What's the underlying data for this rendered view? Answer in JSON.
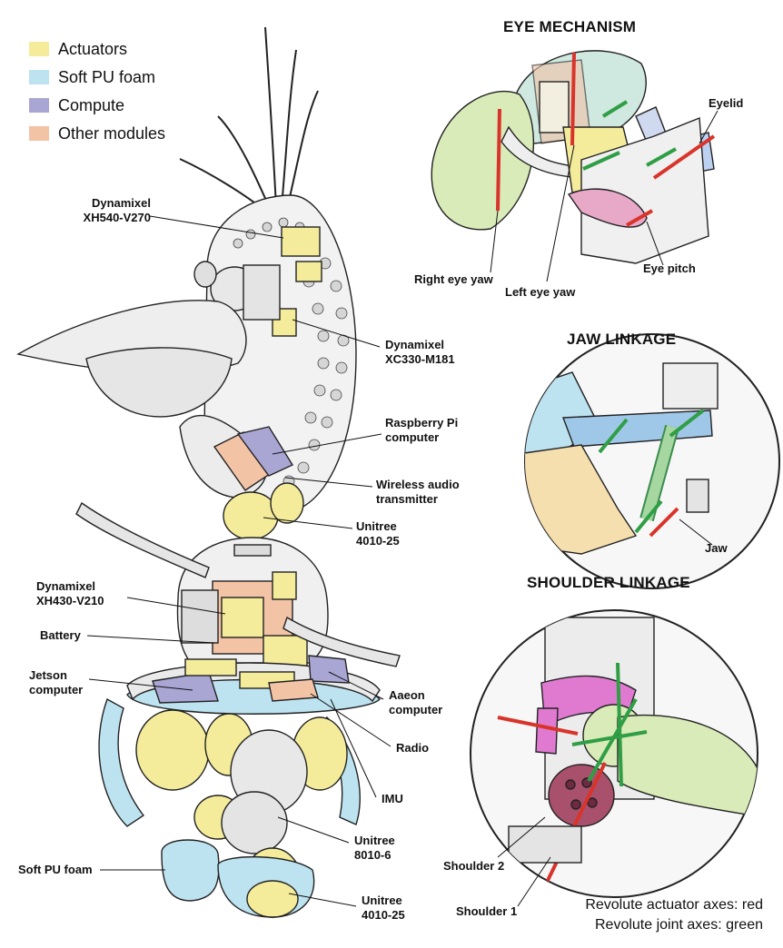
{
  "legend": [
    {
      "label": "Actuators",
      "color": "#f4ec9a"
    },
    {
      "label": "Soft PU foam",
      "color": "#bde3f0"
    },
    {
      "label": "Compute",
      "color": "#a9a6d4"
    },
    {
      "label": "Other modules",
      "color": "#f3c3a6"
    }
  ],
  "robot_callouts": {
    "xh540": "Dynamixel\nXH540-V270",
    "xc330": "Dynamixel\nXC330-M181",
    "rpi": "Raspberry Pi\ncomputer",
    "audio": "Wireless audio\ntransmitter",
    "unitree_neck": "Unitree\n4010-25",
    "xh430": "Dynamixel\nXH430-V210",
    "battery": "Battery",
    "jetson": "Jetson\ncomputer",
    "aaeon": "Aaeon\ncomputer",
    "radio": "Radio",
    "imu": "IMU",
    "unitree_hip": "Unitree\n8010-6",
    "foam": "Soft PU foam",
    "unitree_ankle": "Unitree\n4010-25"
  },
  "eye": {
    "title": "EYE MECHANISM",
    "eyelid": "Eyelid",
    "eye_pitch": "Eye pitch",
    "right_eye_yaw": "Right eye yaw",
    "left_eye_yaw": "Left eye yaw"
  },
  "jaw": {
    "title": "JAW LINKAGE",
    "jaw": "Jaw"
  },
  "shoulder": {
    "title": "SHOULDER LINKAGE",
    "shoulder2": "Shoulder 2",
    "shoulder1": "Shoulder 1"
  },
  "axes_legend": {
    "line1": "Revolute actuator axes: red",
    "line2": "Revolute joint axes: green"
  },
  "colors": {
    "actuator": "#f4ec9a",
    "foam": "#bde3f0",
    "compute": "#a9a6d4",
    "other": "#f3c3a6",
    "red_axis": "#d9342b",
    "green_axis": "#2f9e44",
    "pink_link": "#e07ad1",
    "maroon": "#a8506c",
    "light_green": "#d9ebb8",
    "outline": "#222222"
  }
}
